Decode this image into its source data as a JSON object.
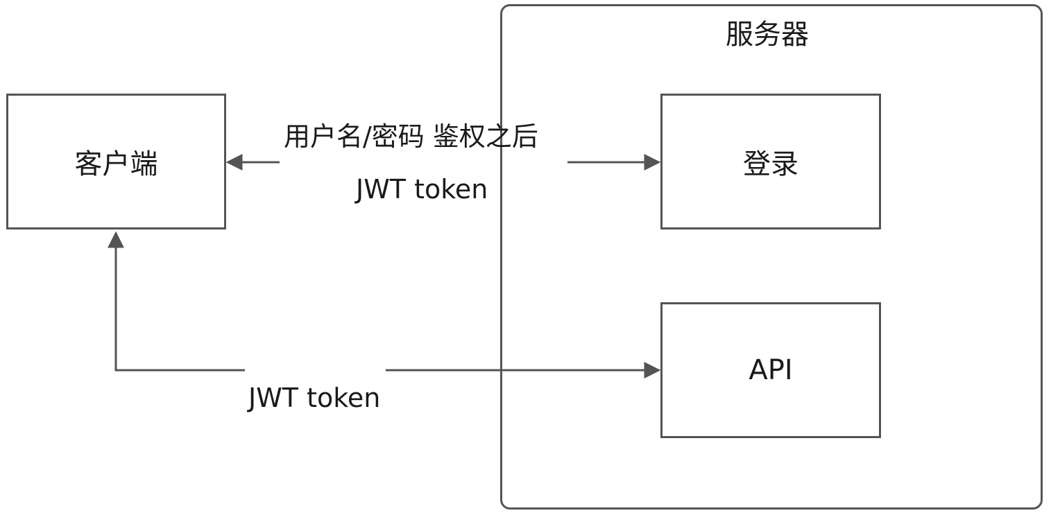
{
  "server": {
    "title": "服务器"
  },
  "nodes": {
    "client": "客户端",
    "login": "登录",
    "api": "API"
  },
  "edges": {
    "login_label_line1": "用户名/密码 鉴权之后",
    "login_label_line2": "JWT token",
    "api_label": "JWT token"
  },
  "colors": {
    "stroke": "#545454",
    "text": "#1a1a1a",
    "background": "#ffffff"
  }
}
